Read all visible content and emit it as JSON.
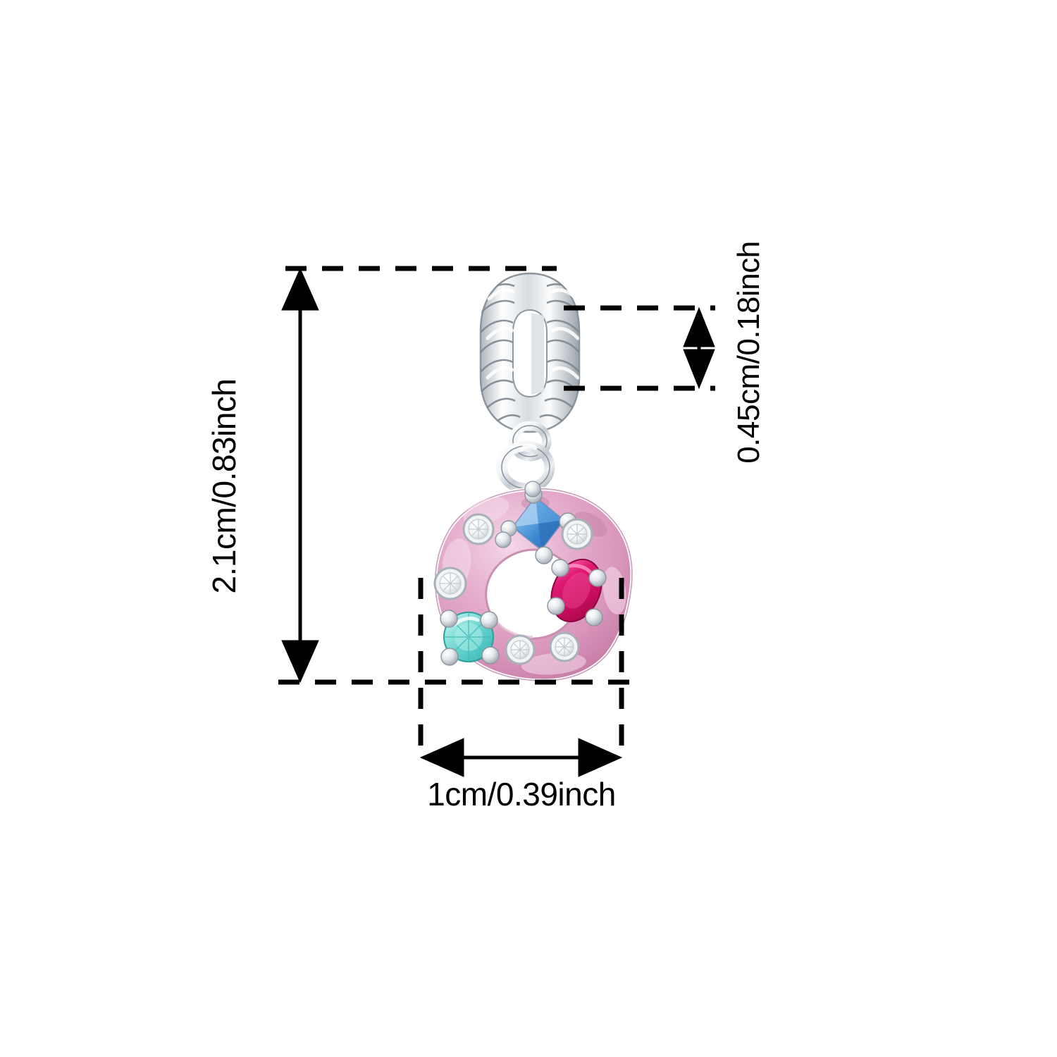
{
  "diagram": {
    "type": "product-dimension-diagram",
    "background_color": "#ffffff",
    "product_name": "pink-enamel-donut-dangle-charm",
    "line_color": "#000000"
  },
  "measurements": {
    "height": {
      "label": "2.1cm/0.83inch",
      "orientation": "vertical",
      "value_cm": 2.1,
      "value_inch": 0.83,
      "describes": "total-charm-height"
    },
    "bail_opening": {
      "label": "0.45cm/0.18inch",
      "orientation": "vertical",
      "value_cm": 0.45,
      "value_inch": 0.18,
      "describes": "bail-inner-opening-height"
    },
    "width": {
      "label": "1cm/0.39inch",
      "orientation": "horizontal",
      "value_cm": 1.0,
      "value_inch": 0.39,
      "describes": "donut-charm-width"
    }
  },
  "product": {
    "metal_color": "#ffffff",
    "metal_shade": "#b9bfc6",
    "enamel_color": "#e0a6c6",
    "enamel_shadow": "#c07ba6",
    "enamel_highlight": "#f3d2e4",
    "components": {
      "bail": "twisted-rope-bail",
      "connector": "double-jump-ring",
      "pendant": "pink-enamel-donut-ring"
    },
    "gemstones": [
      {
        "name": "blue-princess-cut-gem",
        "cut": "princess",
        "color": "#4a90d9",
        "position": "top"
      },
      {
        "name": "magenta-oval-gem",
        "cut": "oval",
        "color": "#d10a63",
        "position": "right"
      },
      {
        "name": "aqua-round-gem",
        "cut": "round",
        "color": "#79d8d4",
        "position": "bottom-left"
      },
      {
        "name": "clear-cz-upper-left",
        "cut": "round",
        "color": "#ffffff",
        "position": "upper-left"
      },
      {
        "name": "clear-cz-upper-right",
        "cut": "round",
        "color": "#ffffff",
        "position": "upper-right"
      },
      {
        "name": "clear-cz-left",
        "cut": "round",
        "color": "#ffffff",
        "position": "left"
      },
      {
        "name": "clear-cz-bottom-center",
        "cut": "round",
        "color": "#ffffff",
        "position": "bottom-center"
      },
      {
        "name": "clear-cz-bottom-right",
        "cut": "round",
        "color": "#ffffff",
        "position": "bottom-right"
      }
    ]
  }
}
